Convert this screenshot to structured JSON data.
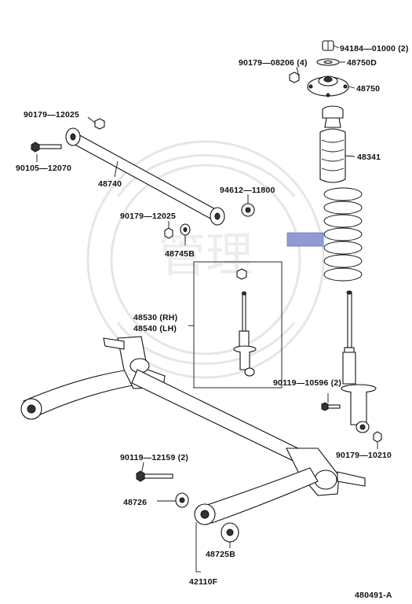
{
  "diagram": {
    "watermark_text": "管理",
    "highlight_color": "#8f9bd4",
    "diagram_id": "480491-A",
    "labels": {
      "p94184": "94184—01000 (2)",
      "p48750d": "48750D",
      "p90179_08206": "90179—08206 (4)",
      "p48750": "48750",
      "p90179_12025a": "90179—12025",
      "p48341": "48341",
      "p90105": "90105—12070",
      "p48740": "48740",
      "p94612": "94612—11800",
      "p90179_12025b": "90179—12025",
      "p48745b": "48745B",
      "p48530": "48530 (RH)",
      "p48540": "48540 (LH)",
      "p90119_10596": "90119—10596 (2)",
      "p90179_10210": "90179—10210",
      "p90119_12159": "90119—12159 (2)",
      "p48726": "48726",
      "p48725b": "48725B",
      "p42110f": "42110F"
    }
  }
}
